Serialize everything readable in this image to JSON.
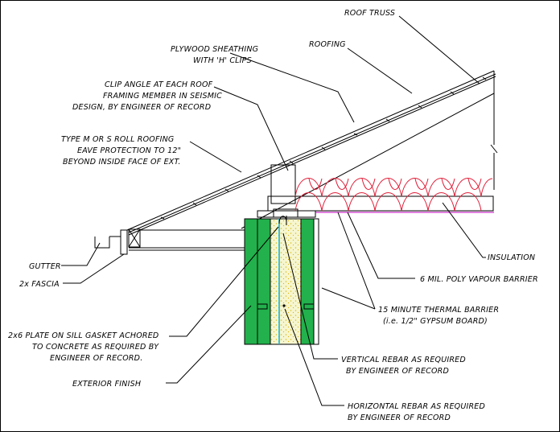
{
  "labels": {
    "roof_truss": "ROOF TRUSS",
    "plywood_1": "PLYWOOD SHEATHING",
    "plywood_2": "WITH 'H' CLIPS",
    "roofing": "ROOFING",
    "clip_1": "CLIP ANGLE AT EACH ROOF",
    "clip_2": "FRAMING MEMBER IN SEISMIC",
    "clip_3": "DESIGN, BY ENGINEER OF RECORD",
    "type_1": "TYPE M OR S ROLL ROOFING",
    "type_2": "EAVE PROTECTION TO 12\"",
    "type_3": "BEYOND INSIDE FACE OF EXT.",
    "insulation": "INSULATION",
    "gutter": "GUTTER",
    "vapour": "6 MIL. POLY VAPOUR BARRIER",
    "fascia": "2x FASCIA",
    "thermal_1": "15 MINUTE THERMAL BARRIER",
    "thermal_2": "(i.e. 1/2\" GYPSUM BOARD)",
    "plate_1": "2x6 PLATE ON SILL GASKET ACHORED",
    "plate_2": "TO CONCRETE AS REQUIRED BY",
    "plate_3": "ENGINEER OF RECORD.",
    "vrebar_1": "VERTICAL REBAR AS REQUIRED",
    "vrebar_2": "BY ENGINEER OF RECORD",
    "exterior": "EXTERIOR FINISH",
    "hrebar_1": "HORIZONTAL REBAR AS REQUIRED",
    "hrebar_2": "BY ENGINEER OF RECORD"
  },
  "colors": {
    "line": "#000000",
    "insulation": "#e0203a",
    "wall_fill": "#22b14c",
    "concrete": "#f2f2c0",
    "rebar": "#00b4e0",
    "vapour": "#c000c0"
  }
}
